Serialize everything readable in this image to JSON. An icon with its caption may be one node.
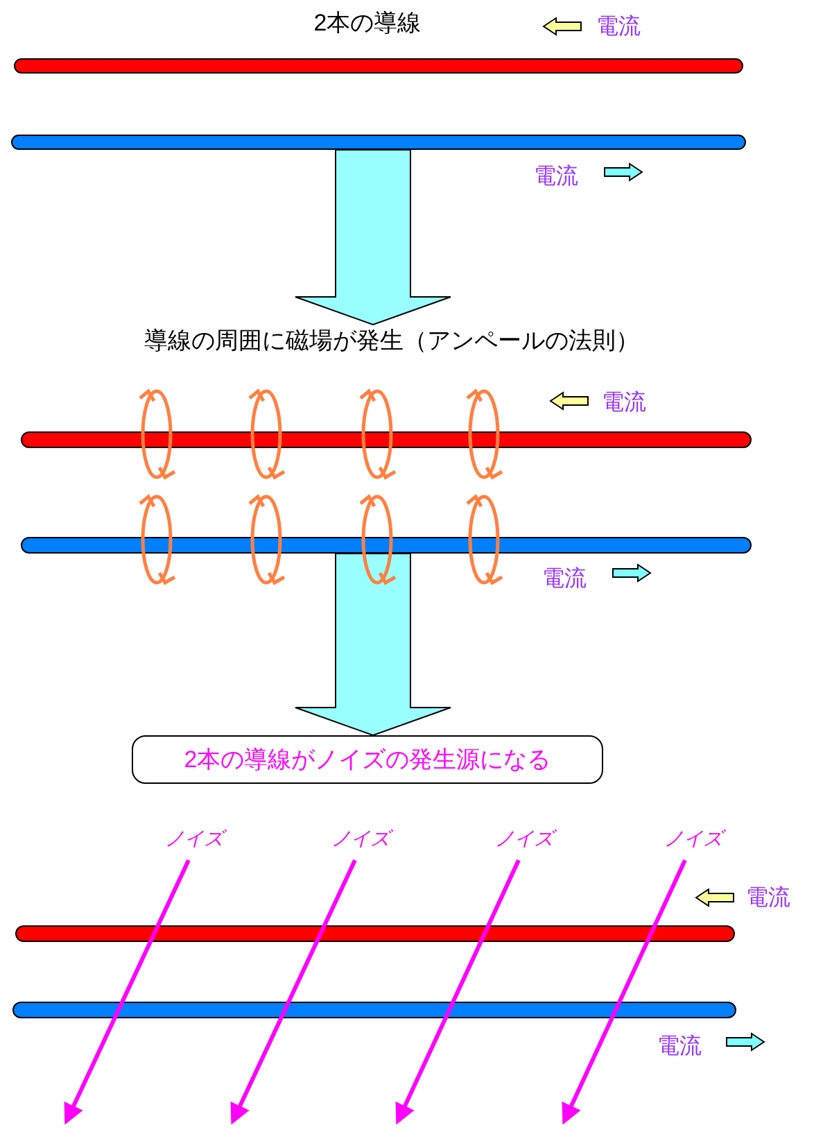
{
  "diagram": {
    "nodes": [
      {
        "text": [
          "2本の導線"
        ]
      },
      {
        "text": [],
        "shape": "bar"
      },
      {
        "text": [],
        "shape": "bar"
      },
      {
        "text": [
          "導線の周囲に磁場が発生（アンペールの法則）"
        ]
      },
      {
        "text": [],
        "shape": "bar"
      },
      {
        "text": [],
        "shape": "bar"
      },
      {
        "text": [
          "2本の導線がノイズの発生源になる"
        ]
      },
      {
        "text": [
          "ノイズ"
        ]
      },
      {
        "text": [
          "ノイズ"
        ]
      },
      {
        "text": [
          "ノイズ"
        ]
      },
      {
        "text": [
          "ノイズ"
        ]
      },
      {
        "text": [],
        "shape": "bar"
      },
      {
        "text": [],
        "shape": "bar"
      }
    ],
    "edges": [
      {
        "from": 2,
        "to": 3,
        "arrow": "to",
        "style": "thick",
        "color": "#99ffff"
      },
      {
        "from": 5,
        "to": 6,
        "arrow": "to",
        "style": "thick",
        "color": "#99ffff"
      },
      {
        "from": 7,
        "to": null,
        "arrow": "to"
      },
      {
        "from": 8,
        "to": null,
        "arrow": "to"
      },
      {
        "from": 9,
        "to": null,
        "arrow": "to"
      },
      {
        "from": 10,
        "to": null,
        "arrow": "to"
      }
    ],
    "labels": [
      "電流",
      "電流",
      "電流",
      "電流",
      "電流",
      "電流"
    ]
  }
}
